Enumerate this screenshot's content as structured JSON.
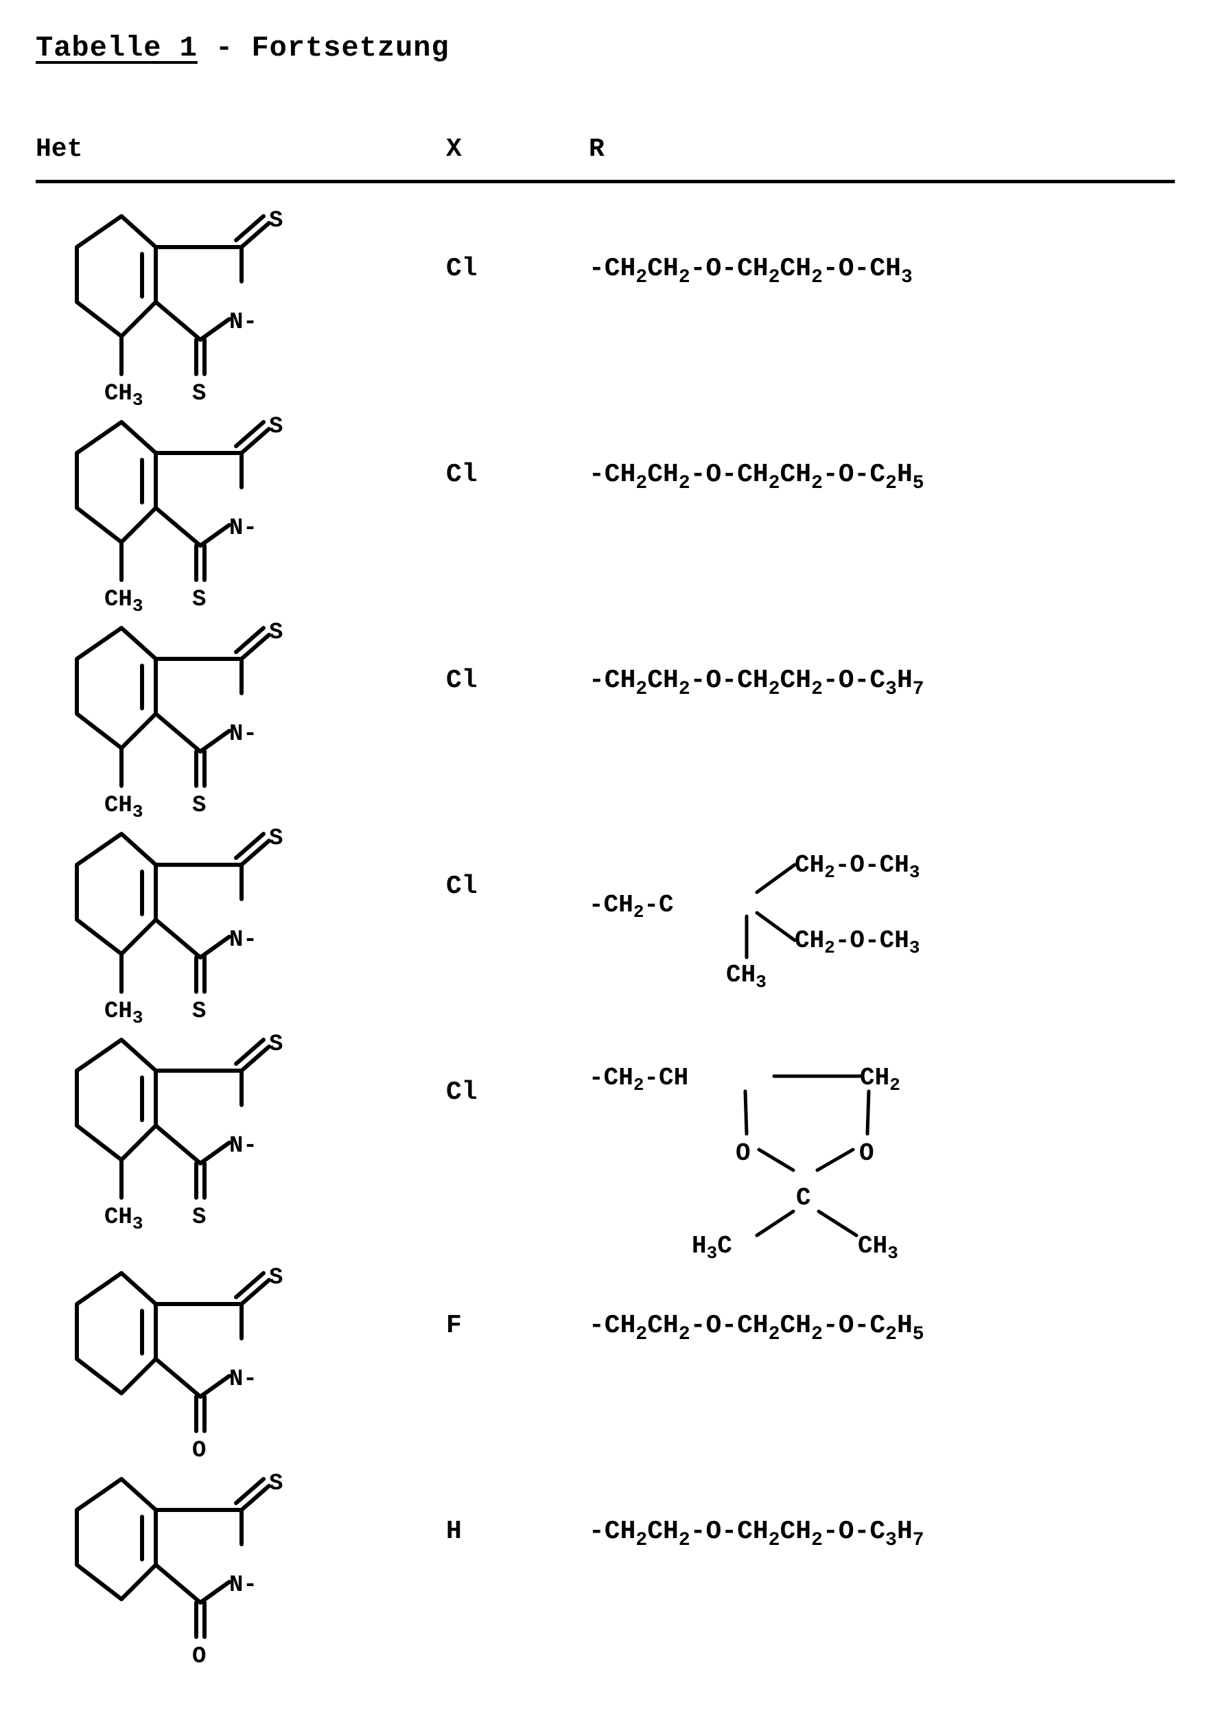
{
  "document": {
    "title_underlined": "Tabelle 1",
    "title_rest": " - Fortsetzung"
  },
  "table": {
    "headers": {
      "het": "Het",
      "x": "X",
      "r": "R"
    },
    "rows": [
      {
        "het": {
          "type": "thioxo-methyl",
          "top_substituent": "S",
          "bottom_substituent": "S",
          "methyl_label": "CH3",
          "n_label": "N-"
        },
        "x": "Cl",
        "r": {
          "type": "linear",
          "parts": [
            "-CH",
            "2",
            "CH",
            "2",
            "-O-CH",
            "2",
            "CH",
            "2",
            "-O-CH",
            "3"
          ]
        }
      },
      {
        "het": {
          "type": "thioxo-methyl",
          "top_substituent": "S",
          "bottom_substituent": "S",
          "methyl_label": "CH3",
          "n_label": "N-"
        },
        "x": "Cl",
        "r": {
          "type": "linear",
          "parts": [
            "-CH",
            "2",
            "CH",
            "2",
            "-O-CH",
            "2",
            "CH",
            "2",
            "-O-C",
            "2",
            "H",
            "5"
          ]
        }
      },
      {
        "het": {
          "type": "thioxo-methyl",
          "top_substituent": "S",
          "bottom_substituent": "S",
          "methyl_label": "CH3",
          "n_label": "N-"
        },
        "x": "Cl",
        "r": {
          "type": "linear",
          "parts": [
            "-CH",
            "2",
            "CH",
            "2",
            "-O-CH",
            "2",
            "CH",
            "2",
            "-O-C",
            "3",
            "H",
            "7"
          ]
        }
      },
      {
        "het": {
          "type": "thioxo-methyl",
          "top_substituent": "S",
          "bottom_substituent": "S",
          "methyl_label": "CH3",
          "n_label": "N-"
        },
        "x": "Cl",
        "r": {
          "type": "branched-quaternary",
          "left": "-CH2-C",
          "upper_branch": "CH2-O-CH3",
          "lower_branch": "CH2-O-CH3",
          "down_branch": "CH3"
        }
      },
      {
        "het": {
          "type": "thioxo-methyl",
          "top_substituent": "S",
          "bottom_substituent": "S",
          "methyl_label": "CH3",
          "n_label": "N-"
        },
        "x": "Cl",
        "r": {
          "type": "dioxolane",
          "left": "-CH2-CH",
          "right": "CH2",
          "ring_o_left": "O",
          "ring_o_right": "O",
          "ketal_c": "C",
          "methyl_left": "H3C",
          "methyl_right": "CH3"
        }
      },
      {
        "het": {
          "type": "thioxo-oxo",
          "top_substituent": "S",
          "bottom_substituent": "O",
          "n_label": "N-"
        },
        "x": "F",
        "r": {
          "type": "linear",
          "parts": [
            "-CH",
            "2",
            "CH",
            "2",
            "-O-CH",
            "2",
            "CH",
            "2",
            "-O-C",
            "2",
            "H",
            "5"
          ]
        }
      },
      {
        "het": {
          "type": "thioxo-oxo",
          "top_substituent": "S",
          "bottom_substituent": "O",
          "n_label": "N-"
        },
        "x": "H",
        "r": {
          "type": "linear",
          "parts": [
            "-CH",
            "2",
            "CH",
            "2",
            "-O-CH",
            "2",
            "CH",
            "2",
            "-O-C",
            "3",
            "H",
            "7"
          ]
        }
      }
    ]
  }
}
